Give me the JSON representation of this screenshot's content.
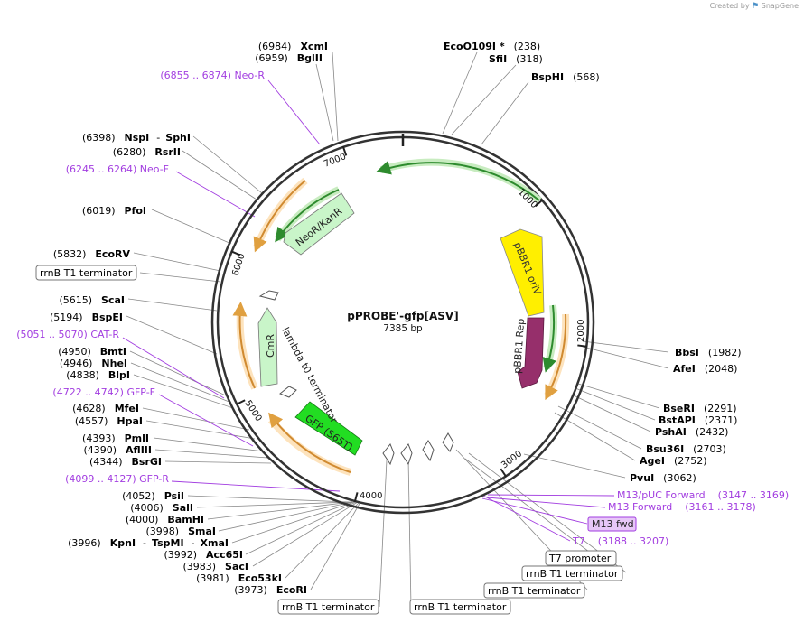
{
  "branding": {
    "created_by": "Created by",
    "logo": "SnapGene"
  },
  "plasmid": {
    "name": "pPROBE'-gfp[ASV]",
    "length": "7385 bp"
  },
  "ticks": [
    "1000",
    "2000",
    "3000",
    "4000",
    "5000",
    "6000",
    "7000"
  ],
  "features": [
    {
      "label": "pBBR1 oriV",
      "color": "#ffef00"
    },
    {
      "label": "pBBR1 Rep",
      "color": "#962f6b"
    },
    {
      "label": "NeoR/KanR",
      "color": "#c9f5c9"
    },
    {
      "label": "CmR",
      "color": "#c9f5c9"
    },
    {
      "label": "GFP (S65T)",
      "color": "#22dd22"
    },
    {
      "label": "lambda t0 terminator",
      "color": "#ffffff"
    }
  ],
  "right_labels": [
    {
      "name": "EcoO109I *",
      "pos": "(238)"
    },
    {
      "name": "SfiI",
      "pos": "(318)"
    },
    {
      "name": "BspHI",
      "pos": "(568)"
    },
    {
      "name": "BbsI",
      "pos": "(1982)"
    },
    {
      "name": "AfeI",
      "pos": "(2048)"
    },
    {
      "name": "BseRI",
      "pos": "(2291)"
    },
    {
      "name": "BstAPI",
      "pos": "(2371)"
    },
    {
      "name": "PshAI",
      "pos": "(2432)"
    },
    {
      "name": "Bsu36I",
      "pos": "(2703)"
    },
    {
      "name": "AgeI",
      "pos": "(2752)"
    },
    {
      "name": "PvuI",
      "pos": "(3062)"
    }
  ],
  "right_primers": [
    {
      "name": "M13/pUC Forward",
      "pos": "(3147 .. 3169)"
    },
    {
      "name": "M13 Forward",
      "pos": "(3161 .. 3178)"
    },
    {
      "name": "M13 fwd"
    },
    {
      "name": "T7",
      "pos": "(3188 .. 3207)"
    }
  ],
  "left_labels": [
    {
      "pos": "(6984)",
      "name": "XcmI"
    },
    {
      "pos": "(6959)",
      "name": "BglII"
    },
    {
      "pos": "(6398)",
      "name": "NspI",
      "name2": "SphI"
    },
    {
      "pos": "(6280)",
      "name": "RsrII"
    },
    {
      "pos": "(6019)",
      "name": "PfoI"
    },
    {
      "pos": "(5832)",
      "name": "EcoRV"
    },
    {
      "pos": "(5615)",
      "name": "ScaI"
    },
    {
      "pos": "(5194)",
      "name": "BspEI"
    },
    {
      "pos": "(4950)",
      "name": "BmtI"
    },
    {
      "pos": "(4946)",
      "name": "NheI"
    },
    {
      "pos": "(4838)",
      "name": "BlpI"
    },
    {
      "pos": "(4628)",
      "name": "MfeI"
    },
    {
      "pos": "(4557)",
      "name": "HpaI"
    },
    {
      "pos": "(4393)",
      "name": "PmlI"
    },
    {
      "pos": "(4390)",
      "name": "AflIII"
    },
    {
      "pos": "(4344)",
      "name": "BsrGI"
    },
    {
      "pos": "(4052)",
      "name": "PsiI"
    },
    {
      "pos": "(4006)",
      "name": "SalI"
    },
    {
      "pos": "(4000)",
      "name": "BamHI"
    },
    {
      "pos": "(3998)",
      "name": "SmaI"
    },
    {
      "pos": "(3996)",
      "name": "KpnI",
      "name2": "TspMI",
      "name3": "XmaI"
    },
    {
      "pos": "(3992)",
      "name": "Acc65I"
    },
    {
      "pos": "(3983)",
      "name": "SacI"
    },
    {
      "pos": "(3981)",
      "name": "Eco53kI"
    },
    {
      "pos": "(3973)",
      "name": "EcoRI"
    }
  ],
  "left_primers": [
    "(6855 .. 6874)  Neo-R",
    "(6245 .. 6264)  Neo-F",
    "(5051 .. 5070)  CAT-R",
    "(4722 .. 4742)  GFP-F",
    "(4099 .. 4127)  GFP-R"
  ],
  "boxed": [
    "rrnB T1 terminator",
    "T7 promoter",
    "rrnB T1 terminator",
    "rrnB T1 terminator",
    "rrnB T1 terminator",
    "rrnB T1 terminator"
  ]
}
